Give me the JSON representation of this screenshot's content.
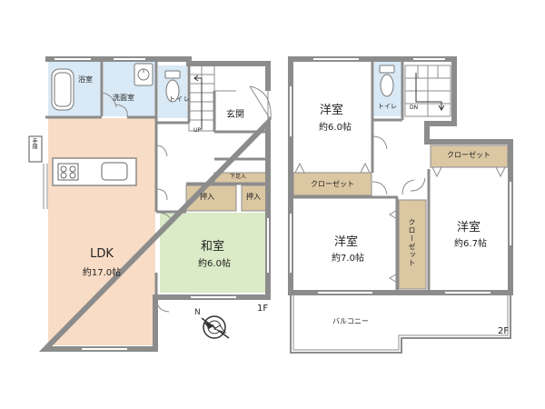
{
  "floor1": {
    "floor_label": "1F",
    "bath": "浴室",
    "washroom": "洗面室",
    "toilet": "トイレ",
    "up": "UP",
    "entrance": "玄関",
    "shoe_box": "下足入",
    "ldk": {
      "name": "LDK",
      "size": "約17.0帖"
    },
    "washitsu": {
      "name": "和室",
      "size": "約6.0帖"
    },
    "oshiire_1": "押入",
    "oshiire_2": "押入",
    "handrail": "手摺"
  },
  "floor2": {
    "floor_label": "2F",
    "toilet": "トイレ",
    "dn": "DN",
    "room_top": {
      "name": "洋室",
      "size": "約6.0帖"
    },
    "room_mid": {
      "name": "洋室",
      "size": "約7.0帖"
    },
    "room_right": {
      "name": "洋室",
      "size": "約6.7帖"
    },
    "closet_1": "クローゼット",
    "closet_2": "クローゼット",
    "closet_3": "クローゼット",
    "balcony": "バルコニー"
  },
  "colors": {
    "wall": "#8c8c8c",
    "ldk_floor": "#f8dcc5",
    "washitsu_floor": "#dbeac7",
    "wet_floor": "#d9e9f6",
    "closet_fill": "#dcc7a3",
    "room_floor": "#ffffff"
  },
  "icons": [
    "compass-north-icon",
    "sink-icon",
    "stove-icon",
    "toilet-icon",
    "bathtub-icon"
  ]
}
